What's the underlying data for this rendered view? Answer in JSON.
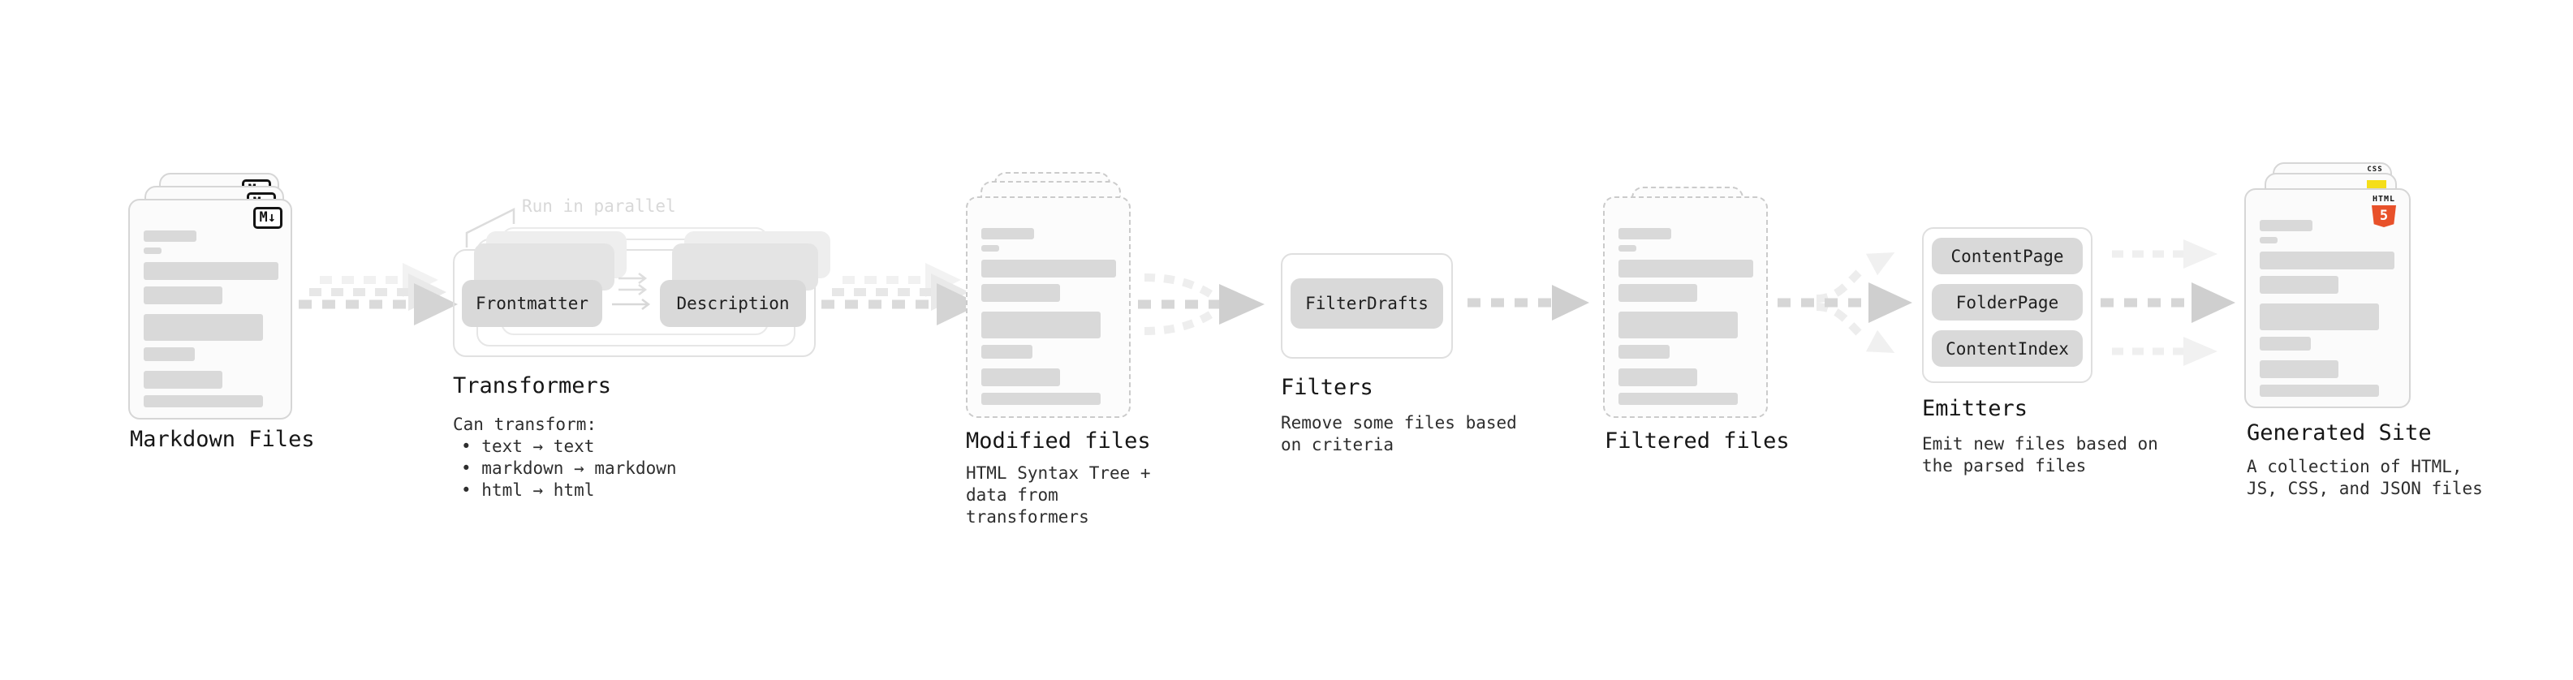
{
  "diagram": {
    "nodes": {
      "markdown_files": {
        "label": "Markdown Files",
        "file_badge": "M↓"
      },
      "transformers": {
        "label": "Transformers",
        "note": "Run in parallel",
        "pills": [
          "Frontmatter",
          "Description"
        ],
        "desc_title": "Can transform:",
        "desc_items": [
          "text → text",
          "markdown → markdown",
          "html → html"
        ]
      },
      "modified_files": {
        "label": "Modified files",
        "desc": "HTML Syntax Tree +\ndata from transformers"
      },
      "filters": {
        "label": "Filters",
        "pills": [
          "FilterDrafts"
        ],
        "desc": "Remove some files based\non criteria"
      },
      "filtered_files": {
        "label": "Filtered files"
      },
      "emitters": {
        "label": "Emitters",
        "pills": [
          "ContentPage",
          "FolderPage",
          "ContentIndex"
        ],
        "desc": "Emit new files based on\nthe parsed files"
      },
      "generated_site": {
        "label": "Generated Site",
        "desc": "A collection of HTML,\nJS, CSS, and JSON files",
        "badges": {
          "html": "HTML",
          "html_number": "5",
          "css": "CSS"
        }
      }
    },
    "colors": {
      "html5_orange": "#e8512a",
      "js_yellow": "#f5de19",
      "css_blue": "#2962f1"
    }
  }
}
